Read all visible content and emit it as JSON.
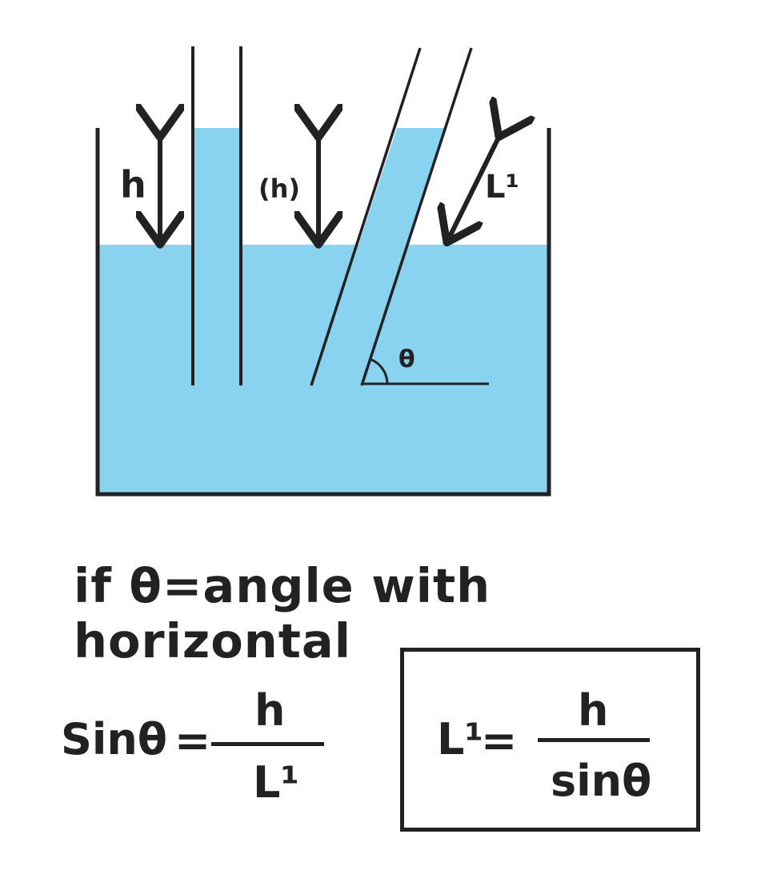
{
  "colors": {
    "water": "#89d2f0",
    "ink": "#222222",
    "background": "#ffffff"
  },
  "diagram": {
    "label_h": "h",
    "label_h_paren": "(h)",
    "label_L": "L¹",
    "label_theta": "θ"
  },
  "statement": "if θ=angle with horizontal",
  "equation1": {
    "lhs": "Sinθ",
    "equals": "=",
    "numerator": "h",
    "denominator": "L¹"
  },
  "equation2": {
    "lhs": "L¹",
    "equals": "=",
    "numerator": "h",
    "denominator": "sinθ"
  }
}
